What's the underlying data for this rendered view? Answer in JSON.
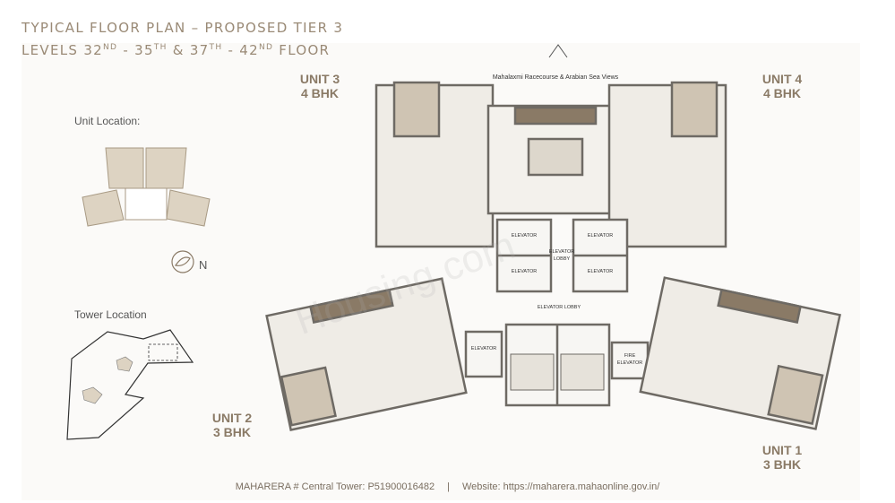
{
  "title": {
    "line1": "TYPICAL FLOOR PLAN – PROPOSED TIER 3",
    "line2_parts": [
      "LEVELS 32",
      "ND",
      " - 35",
      "TH",
      " & 37",
      "TH",
      " - 42",
      "ND",
      " FLOOR"
    ]
  },
  "units": [
    {
      "name": "UNIT 3",
      "type": "4 BHK"
    },
    {
      "name": "UNIT 4",
      "type": "4 BHK"
    },
    {
      "name": "UNIT 2",
      "type": "3 BHK"
    },
    {
      "name": "UNIT 1",
      "type": "3 BHK"
    }
  ],
  "views_label": "Mahalaxmi Racecourse & Arabian Sea Views",
  "core": {
    "elevator": "ELEVATOR",
    "elevator_lobby": "ELEVATOR LOBBY",
    "lobby_lines": [
      "ELEVATOR",
      "LOBBY"
    ],
    "fire_elevator": [
      "FIRE",
      "ELEVATOR"
    ]
  },
  "unit_location_label": "Unit Location:",
  "tower_location_label": "Tower Location",
  "compass_label": "N",
  "watermark": "Housing.com",
  "footer": {
    "rera": "MAHARERA # Central Tower: P51900016482",
    "separator": "|",
    "website": "Website: https://maharera.mahaonline.gov.in/"
  },
  "colors": {
    "text": "#8a7a66",
    "wall": "#6e6a64",
    "floor": "#efece6",
    "accent": "#b7a88f"
  }
}
